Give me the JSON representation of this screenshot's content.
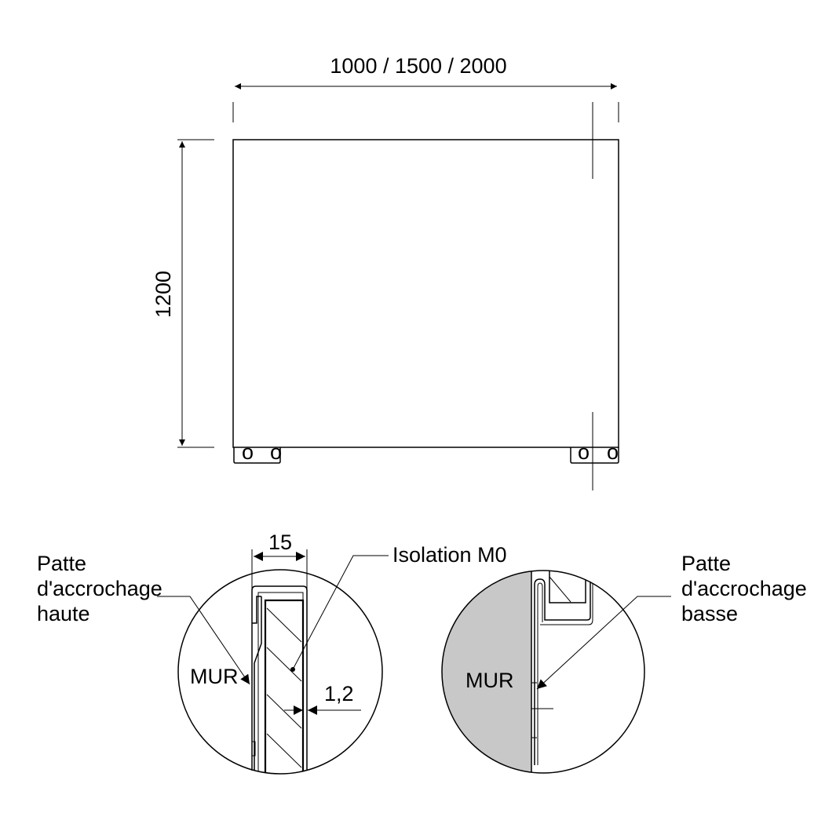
{
  "drawing": {
    "width_dimension": "1000 / 1500 / 2000",
    "height_dimension": "1200",
    "foot_hole_label": "o",
    "detail_top": {
      "thickness_dimension": "15",
      "insulation_label": "Isolation M0",
      "bracket_label_lines": [
        "Patte",
        "d'accrochage",
        "haute"
      ],
      "wall_label": "MUR",
      "sheet_dimension": "1,2"
    },
    "detail_bottom": {
      "bracket_label_lines": [
        "Patte",
        "d'accrochage",
        "basse"
      ],
      "wall_label": "MUR",
      "wall_fill": "#c8c8c8"
    }
  }
}
